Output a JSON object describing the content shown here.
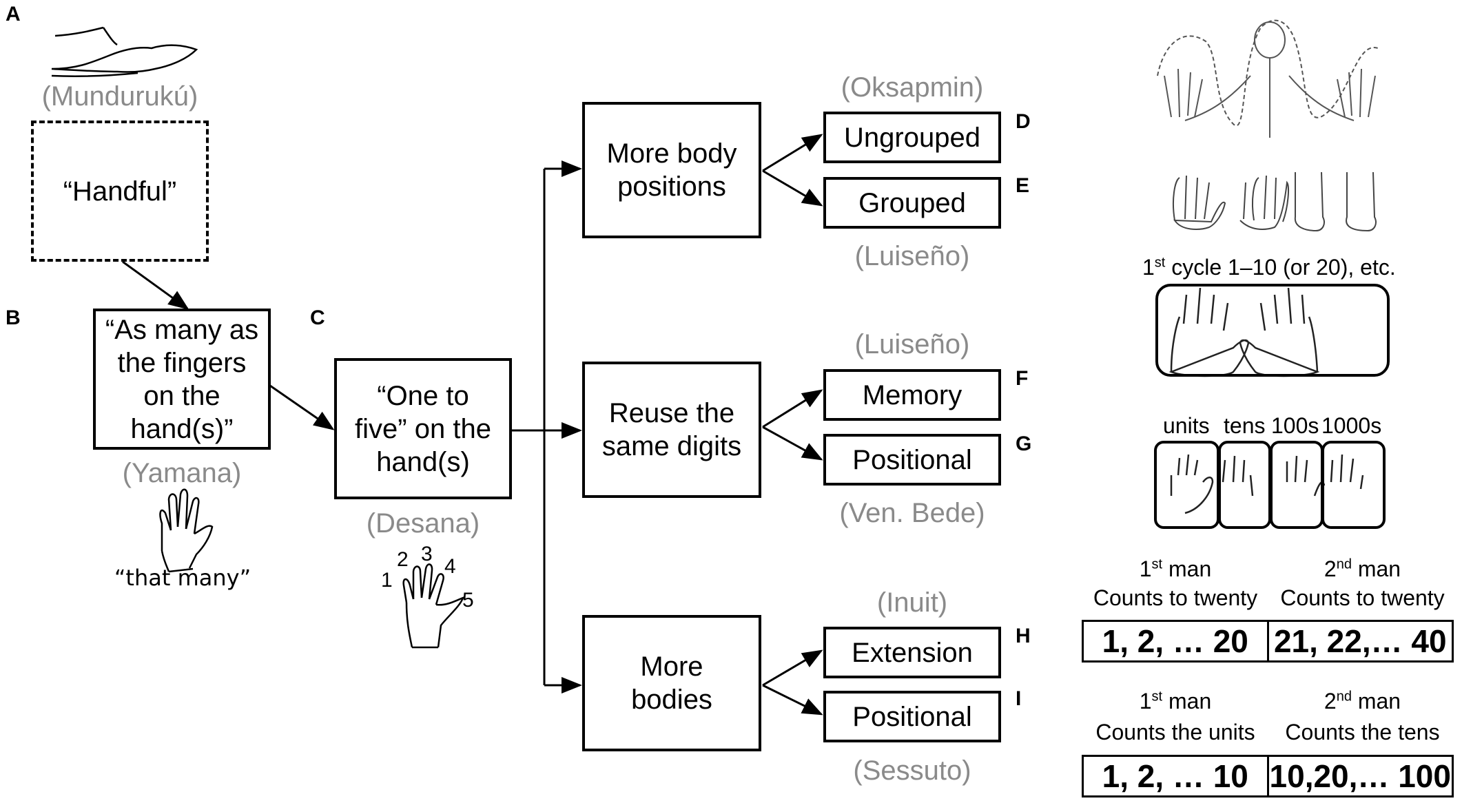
{
  "panel_letters": {
    "a": "A",
    "b": "B",
    "c": "C",
    "d": "D",
    "e": "E",
    "f": "F",
    "g": "G",
    "h": "H",
    "i": "I"
  },
  "boxes": {
    "handful": "“Handful”",
    "as_many": "“As many as the fingers on the hand(s)”",
    "one_to_five": "“One to five” on the hand(s)",
    "more_body_positions": "More body positions",
    "reuse_digits": "Reuse the same digits",
    "more_bodies": "More bodies",
    "ungrouped": "Ungrouped",
    "grouped": "Grouped",
    "memory": "Memory",
    "positional_g": "Positional",
    "extension": "Extension",
    "positional_i": "Positional"
  },
  "languages": {
    "munduruku": "(Mundurukú)",
    "yamana": "(Yamana)",
    "desana": "(Desana)",
    "oksapmin": "(Oksapmin)",
    "luiseno_1": "(Luiseño)",
    "luiseno_2": "(Luiseño)",
    "ven_bede": "(Ven. Bede)",
    "inuit": "(Inuit)",
    "sessuto": "(Sessuto)"
  },
  "captions": {
    "that_many": "“that many”",
    "finger_numbers": [
      "1",
      "2",
      "3",
      "4",
      "5"
    ],
    "cycle_sup": "st",
    "cycle_pre": "1",
    "cycle_rest": " cycle 1–10 (or 20), etc.",
    "units": "units",
    "tens": "tens",
    "hundreds": "100s",
    "thousands": "1000s"
  },
  "count_tables": [
    {
      "left_ord": "1",
      "left_sup": "st",
      "left_word": " man",
      "left_sub": "Counts to twenty",
      "right_ord": "2",
      "right_sup": "nd",
      "right_word": " man",
      "right_sub": "Counts to twenty",
      "left_value": "1, 2, … 20",
      "right_value": "21, 22,… 40"
    },
    {
      "left_ord": "1",
      "left_sup": "st",
      "left_word": " man",
      "left_sub": "Counts the units",
      "right_ord": "2",
      "right_sup": "nd",
      "right_word": " man",
      "right_sub": "Counts the tens",
      "left_value": "1, 2, … 10",
      "right_value": "10,20,… 100"
    }
  ]
}
